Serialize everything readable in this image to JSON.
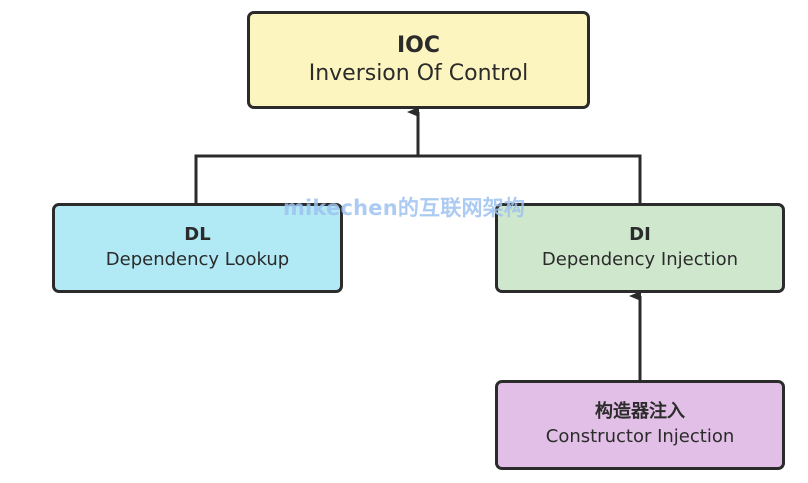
{
  "colors": {
    "ioc_fill": "#fdf5bf",
    "dl_fill": "#b1e9f5",
    "di_fill": "#cfe8cd",
    "ci_fill": "#e1bfe6",
    "stroke": "#2b2b2b"
  },
  "nodes": {
    "ioc": {
      "title": "IOC",
      "subtitle": "Inversion Of Control"
    },
    "dl": {
      "title": "DL",
      "subtitle": "Dependency Lookup"
    },
    "di": {
      "title": "DI",
      "subtitle": "Dependency Injection"
    },
    "ci": {
      "title": "构造器注入",
      "subtitle": "Constructor Injection"
    }
  },
  "edges": [
    {
      "from": "dl",
      "to": "ioc"
    },
    {
      "from": "di",
      "to": "ioc"
    },
    {
      "from": "ci",
      "to": "di"
    }
  ],
  "watermark": "mikechen的互联网架构"
}
